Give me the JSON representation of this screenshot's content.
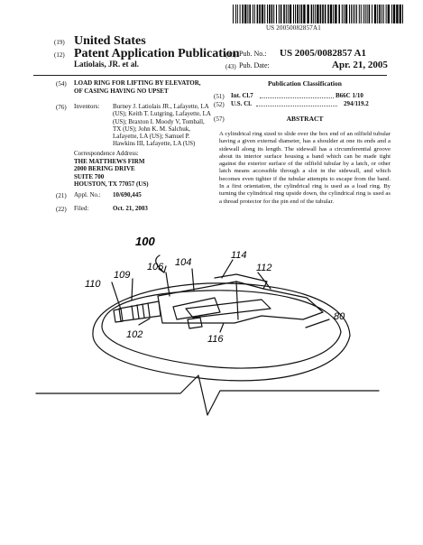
{
  "header": {
    "barcode_text": "US 20050082857A1",
    "code_19": "(19)",
    "country": "United States",
    "code_12": "(12)",
    "pub_type": "Patent Application Publication",
    "inventor_short": "Latiolais, JR. et al.",
    "code_10": "(10)",
    "pub_no_label": "Pub. No.:",
    "pub_no": "US 2005/0082857 A1",
    "code_43": "(43)",
    "pub_date_label": "Pub. Date:",
    "pub_date": "Apr. 21, 2005"
  },
  "left": {
    "code_54": "(54)",
    "title_line1": "LOAD RING FOR LIFTING BY ELEVATOR,",
    "title_line2": "OF CASING HAVING NO UPSET",
    "code_76": "(76)",
    "inventors_label": "Inventors:",
    "inventors_lines": [
      "Burney J. Latiolais JR., Lafayette, LA",
      "(US); Keith T. Lutgring, Lafayette, LA",
      "(US); Braxton I. Moody V, Tomball,",
      "TX (US); John K. M. Salchuk,",
      "Lafayette, LA (US); Samuel P.",
      "Hawkins III, Lafayette, LA (US)"
    ],
    "corr_label": "Correspondence Address:",
    "corr_lines": [
      "THE MATTHEWS FIRM",
      "2000 BERING DRIVE",
      "SUITE 700",
      "HOUSTON, TX 77057 (US)"
    ],
    "code_21": "(21)",
    "appl_label": "Appl. No.:",
    "appl_no": "10/690,445",
    "code_22": "(22)",
    "filed_label": "Filed:",
    "filed_date": "Oct. 21, 2003"
  },
  "right": {
    "pub_class_title": "Publication Classification",
    "code_51": "(51)",
    "int_cl_label": "Int. Cl.7",
    "int_cl_val": "B66C 1/10",
    "code_52": "(52)",
    "us_cl_label": "U.S. Cl.",
    "us_cl_val": "294/119.2",
    "code_57": "(57)",
    "abstract_title": "ABSTRACT",
    "abstract_text": "A cylindrical ring sized to slide over the box end of an oilfield tubular having a given external diameter, has a shoulder at one its ends and a sidewall along its length. The sidewall has a circumferential groove about its interior surface housing a band which can be made tight against the exterior surface of the oilfield tubular by a latch, or other latch means accessible through a slot in the sidewall, and which becomes even tighter if the tubular attempts to escape from the band. In a first orientation, the cylindrical ring is used as a load ring. By turning the cylindrical ring upside down, the cylindrical ring is used as a thread protector for the pin end of the tubular."
  },
  "figure": {
    "labels": {
      "l100": "100",
      "l104": "104",
      "l114": "114",
      "l106": "106",
      "l112": "112",
      "l109": "109",
      "l110": "110",
      "l80": "80",
      "l116": "116",
      "l102": "102"
    }
  }
}
